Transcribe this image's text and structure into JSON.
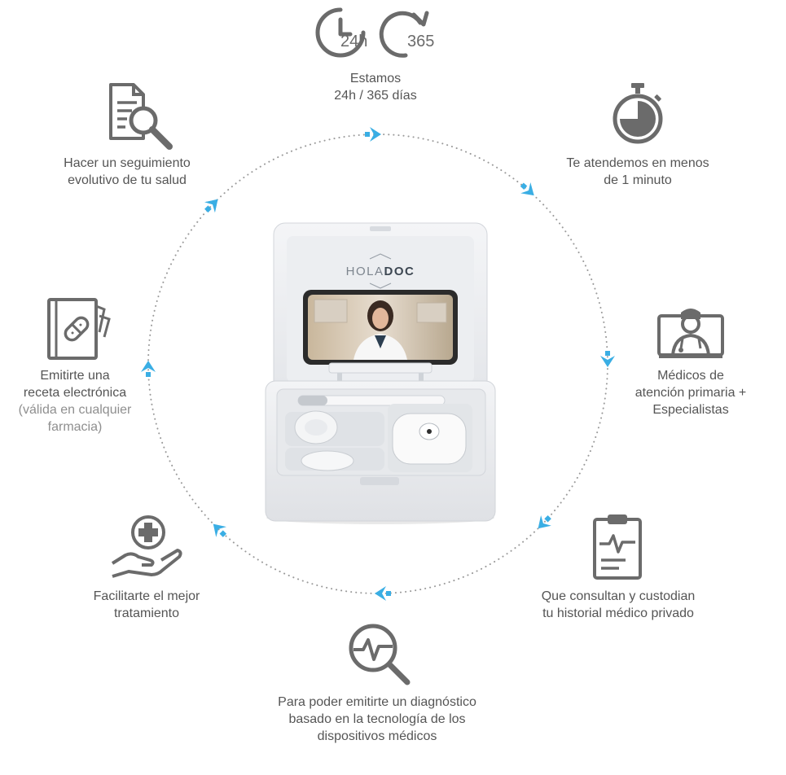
{
  "icons": {
    "clock": "clock-24h-icon",
    "refresh": "refresh-365-icon",
    "stopwatch": "stopwatch-icon",
    "doctor": "doctor-screen-icon",
    "clipboard": "medical-clipboard-icon",
    "diagnosis": "diagnosis-magnifier-icon",
    "hand": "hand-medical-cross-icon",
    "prescription": "prescription-notebook-icon",
    "document_search": "document-search-icon"
  },
  "colors": {
    "arrow": "#3aaee4",
    "icon": "#6b6b6b",
    "text": "#555555",
    "subtext": "#8f8f8f"
  },
  "top": {
    "clock_label": "24h",
    "refresh_label": "365",
    "line1": "Estamos",
    "line2": "24h / 365 días"
  },
  "steps": {
    "minute": {
      "line1": "Te atendemos en menos",
      "line2": "de 1 minuto"
    },
    "doctors": {
      "line1": "Médicos de",
      "line2": "atención primaria +",
      "line3": "Especialistas"
    },
    "history": {
      "line1": "Que consultan y custodian",
      "line2": "tu historial médico privado"
    },
    "diagnosis": {
      "line1": "Para poder emitirte un diagnóstico",
      "line2": "basado en la tecnología de los",
      "line3": "dispositivos médicos"
    },
    "treatment": {
      "line1": "Facilitarte el mejor",
      "line2": "tratamiento"
    },
    "prescription": {
      "line1": "Emitirte una",
      "line2": "receta electrónica",
      "note1": "(válida en cualquier",
      "note2": "farmacia)"
    },
    "followup": {
      "line1": "Hacer un seguimiento",
      "line2": "evolutivo de tu salud"
    }
  },
  "device": {
    "brand_left": "HOLA",
    "brand_right": "DOC"
  }
}
